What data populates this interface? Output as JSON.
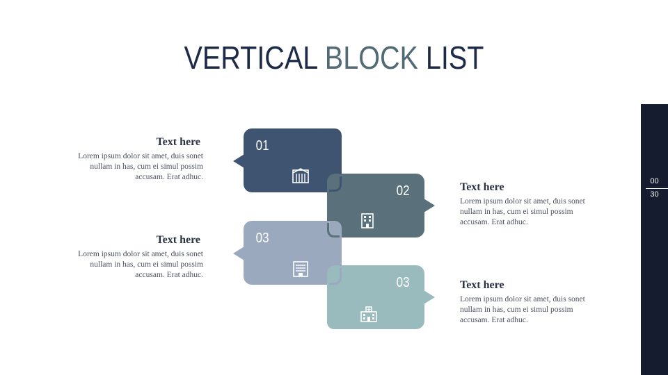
{
  "title": {
    "part1": "VERTICAL ",
    "part2": "BLOCK",
    "part3": " LIST"
  },
  "page": {
    "current": "00",
    "total": "30"
  },
  "blocks": [
    {
      "number": "01",
      "color": "#3e5470",
      "icon": "building-gate-icon"
    },
    {
      "number": "02",
      "color": "#5a707a",
      "icon": "office-building-icon"
    },
    {
      "number": "03",
      "color": "#9aa9bd",
      "icon": "office-block-icon"
    },
    {
      "number": "03",
      "color": "#99bbbd",
      "icon": "hospital-building-icon"
    }
  ],
  "items": [
    {
      "heading": "Text here",
      "body": "Lorem ipsum dolor sit amet, duis sonet nullam in has, cum ei simul possim accusam. Erat adhuc."
    },
    {
      "heading": "Text here",
      "body": "Lorem ipsum dolor sit amet, duis sonet nullam in has, cum ei simul possim accusam. Erat adhuc."
    },
    {
      "heading": "Text here",
      "body": "Lorem ipsum dolor sit amet, duis sonet nullam in has, cum ei simul possim accusam. Erat adhuc."
    },
    {
      "heading": "Text here",
      "body": "Lorem ipsum dolor sit amet, duis sonet nullam in has, cum ei simul possim accusam. Erat adhuc."
    }
  ]
}
